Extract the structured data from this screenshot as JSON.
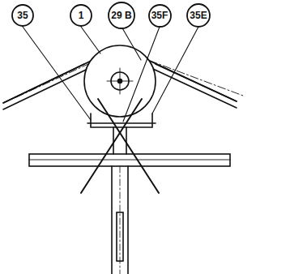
{
  "diagram": {
    "nodes": [
      {
        "text": [
          "35"
        ]
      },
      {
        "text": [
          "1"
        ]
      },
      {
        "text": [
          "29 B"
        ]
      },
      {
        "text": [
          "35F"
        ]
      },
      {
        "text": [
          "35E"
        ]
      }
    ]
  }
}
